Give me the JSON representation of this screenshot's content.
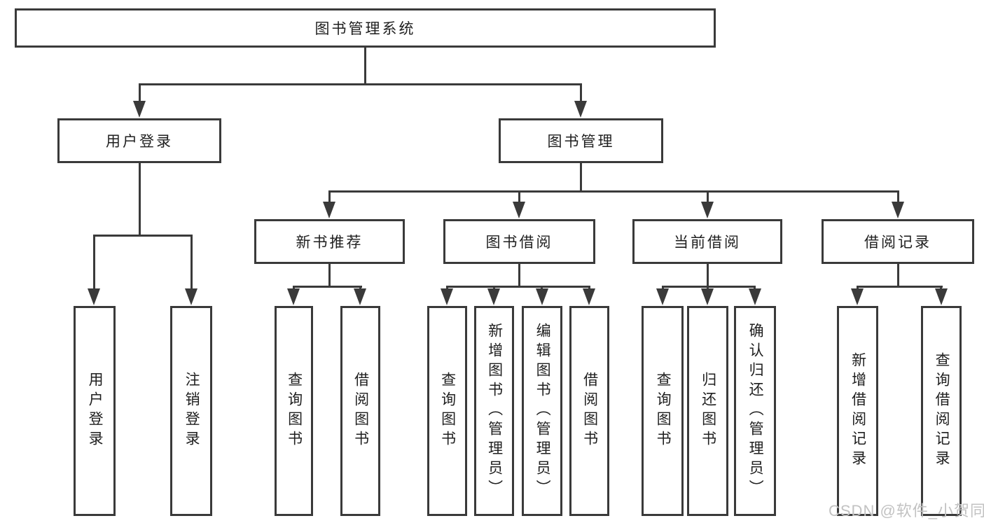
{
  "tree": {
    "root": {
      "label": "图书管理系统"
    },
    "branches": [
      {
        "label": "用户登录",
        "children": [
          {
            "label": "用户登录"
          },
          {
            "label": "注销登录"
          }
        ]
      },
      {
        "label": "图书管理",
        "children": [
          {
            "label": "新书推荐",
            "children": [
              {
                "label": "查询图书"
              },
              {
                "label": "借阅图书"
              }
            ]
          },
          {
            "label": "图书借阅",
            "children": [
              {
                "label": "查询图书"
              },
              {
                "label": "新增图书（管理员）"
              },
              {
                "label": "编辑图书（管理员）"
              },
              {
                "label": "借阅图书"
              }
            ]
          },
          {
            "label": "当前借阅",
            "children": [
              {
                "label": "查询图书"
              },
              {
                "label": "归还图书"
              },
              {
                "label": "确认归还（管理员）"
              }
            ]
          },
          {
            "label": "借阅记录",
            "children": [
              {
                "label": "新增借阅记录"
              },
              {
                "label": "查询借阅记录"
              }
            ]
          }
        ]
      }
    ]
  },
  "watermark": {
    "text": "CSDN @软件_小贺同学"
  },
  "colors": {
    "line": "#3a3a3a",
    "text": "#1f1f1f",
    "watermark": "#c2c2c2",
    "background": "#ffffff"
  }
}
